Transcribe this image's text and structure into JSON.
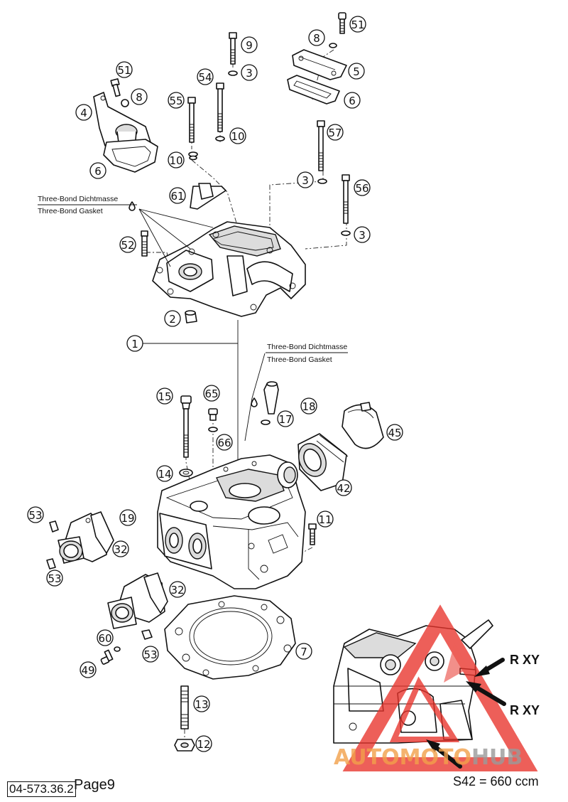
{
  "diagram": {
    "parts": [
      {
        "id": "p51a",
        "number": "51"
      },
      {
        "id": "p8a",
        "number": "8"
      },
      {
        "id": "p5",
        "number": "5"
      },
      {
        "id": "p6a",
        "number": "6"
      },
      {
        "id": "p9",
        "number": "9"
      },
      {
        "id": "p3a",
        "number": "3"
      },
      {
        "id": "p51b",
        "number": "51"
      },
      {
        "id": "p8b",
        "number": "8"
      },
      {
        "id": "p4",
        "number": "4"
      },
      {
        "id": "p6b",
        "number": "6"
      },
      {
        "id": "p55",
        "number": "55"
      },
      {
        "id": "p54",
        "number": "54"
      },
      {
        "id": "p10a",
        "number": "10"
      },
      {
        "id": "p10b",
        "number": "10"
      },
      {
        "id": "p57",
        "number": "57"
      },
      {
        "id": "p3b",
        "number": "3"
      },
      {
        "id": "p56",
        "number": "56"
      },
      {
        "id": "p3c",
        "number": "3"
      },
      {
        "id": "p61",
        "number": "61"
      },
      {
        "id": "p52",
        "number": "52"
      },
      {
        "id": "p2",
        "number": "2"
      },
      {
        "id": "p1",
        "number": "1"
      },
      {
        "id": "p15",
        "number": "15"
      },
      {
        "id": "p65",
        "number": "65"
      },
      {
        "id": "p18",
        "number": "18"
      },
      {
        "id": "p17",
        "number": "17"
      },
      {
        "id": "p45",
        "number": "45"
      },
      {
        "id": "p66",
        "number": "66"
      },
      {
        "id": "p14",
        "number": "14"
      },
      {
        "id": "p42",
        "number": "42"
      },
      {
        "id": "p19",
        "number": "19"
      },
      {
        "id": "p11",
        "number": "11"
      },
      {
        "id": "p53a",
        "number": "53"
      },
      {
        "id": "p32a",
        "number": "32"
      },
      {
        "id": "p53b",
        "number": "53"
      },
      {
        "id": "p32b",
        "number": "32"
      },
      {
        "id": "p7",
        "number": "7"
      },
      {
        "id": "p60",
        "number": "60"
      },
      {
        "id": "p53c",
        "number": "53"
      },
      {
        "id": "p49",
        "number": "49"
      },
      {
        "id": "p13",
        "number": "13"
      },
      {
        "id": "p12",
        "number": "12"
      }
    ],
    "annotations": [
      {
        "id": "gasket1",
        "lines": [
          "Three-Bond Dichtmasse",
          "Three-Bond Gasket"
        ]
      },
      {
        "id": "gasket2",
        "lines": [
          "Three-Bond Dichtmasse",
          "Three-Bond Gasket"
        ]
      }
    ]
  },
  "inset": {
    "labels": [
      "R XY",
      "R XY"
    ],
    "note": "S42 = 660 ccm"
  },
  "watermark": {
    "part1": "AUTO",
    "part2": "MOTO",
    "part3": "HUB"
  },
  "footer": {
    "doc_number": "04-573.36.2",
    "page": "Page9"
  },
  "colors": {
    "watermark_red": "#e8332b",
    "watermark_orange": "#f2a14b"
  }
}
